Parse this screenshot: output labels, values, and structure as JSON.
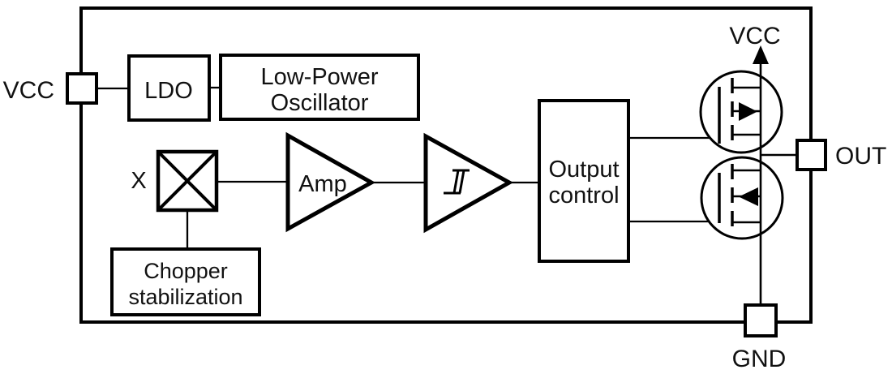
{
  "diagram": {
    "colors": {
      "line": "#000000",
      "text": "#111111",
      "background": "#ffffff"
    },
    "pins": {
      "vcc_left": {
        "label": "VCC"
      },
      "vcc_top": {
        "label": "VCC"
      },
      "out": {
        "label": "OUT"
      },
      "gnd": {
        "label": "GND"
      }
    },
    "blocks": {
      "ldo": {
        "label": "LDO"
      },
      "oscillator": {
        "line1": "Low-Power",
        "line2": "Oscillator"
      },
      "mixer": {
        "label": "X"
      },
      "amplifier": {
        "label": "Amp"
      },
      "schmitt_trigger": {
        "symbol": "hysteresis"
      },
      "output_control": {
        "line1": "Output",
        "line2": "control"
      },
      "chopper": {
        "line1": "Chopper",
        "line2": "stabilization"
      }
    }
  }
}
